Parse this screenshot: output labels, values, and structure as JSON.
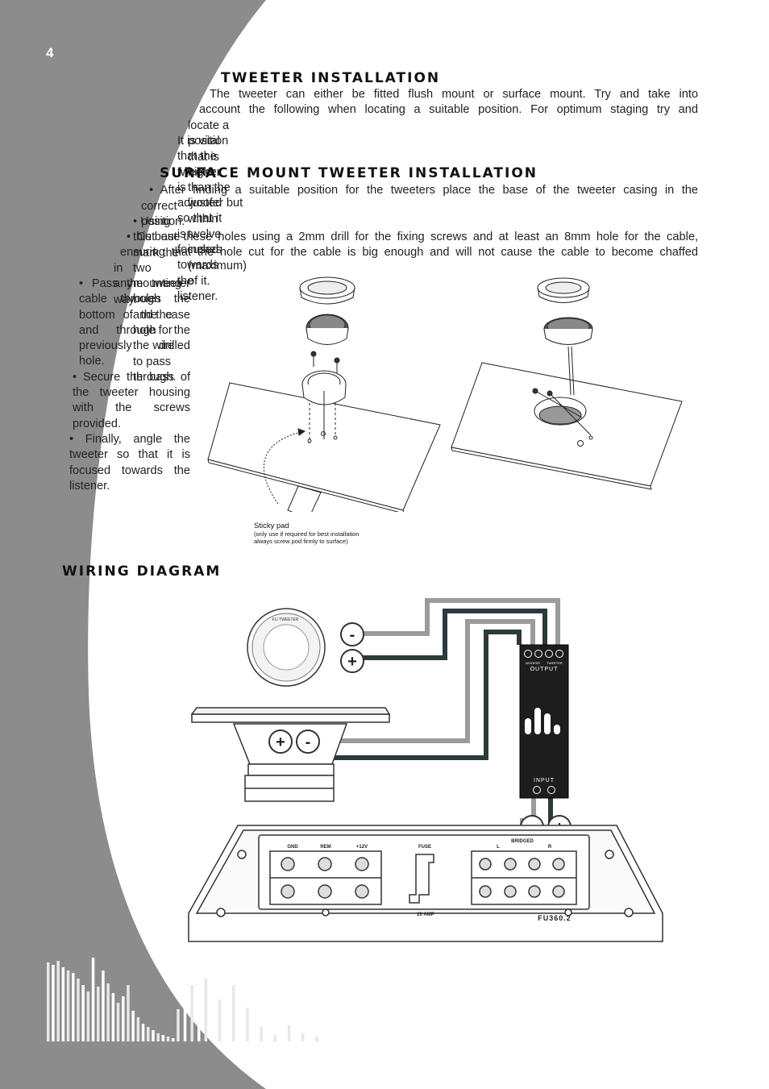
{
  "page_number": "4",
  "tweeter_installation": {
    "heading": "Tweeter Installation",
    "lines": [
      "The tweeter can either be fitted flush mount or surface mount. Try and take into",
      "account the following when locating a suitable position. For optimum staging try and",
      "locate a position that is higher than the woofer but within twelve inches (maximum) of it.",
      "It is vital that the tweeter is adjusted so that it is focused towards the listener."
    ]
  },
  "surface_mount": {
    "heading": "Surface Mount Tweeter Installation",
    "lines": [
      "• After finding a suitable position for the tweeters place the base of the tweeter casing in the",
      "correct position.",
      "• Using this base mark the two mounting holes and the hole for the wire to pass through.",
      "• Cut out these holes using a 2mm drill for the fixing screws and at least an 8mm hole for the cable,",
      "ensuring that the hole cut for the cable is big enough and will not cause the cable to become chaffed",
      "in any way."
    ],
    "side_steps": [
      "• Pass the tweeter cable through the bottom of the case and through the previously drilled hole.",
      "• Secure the bass of the tweeter housing with the screws provided.",
      "• Finally, angle the tweeter so that it is focused towards the listener."
    ],
    "caption_title": "Sticky pad",
    "caption_lines": [
      "(only use if required for best installation",
      "always screw pod firmly to surface)"
    ]
  },
  "wiring": {
    "heading": "Wiring Diagram",
    "tweeter_brand": "FLI",
    "tweeter_label": "TWEETER",
    "minus": "-",
    "plus": "+",
    "crossover": {
      "woofer": "WOOFER",
      "tweeter": "TWEETER",
      "output": "OUTPUT",
      "input": "INPUT"
    },
    "amp": {
      "gnd": "GND",
      "rem": "REM",
      "v12": "+12V",
      "fuse": "FUSE",
      "amp_rating": "20 AMP",
      "bridged": "BRIDGED",
      "l": "L",
      "r": "R",
      "model": "FU360.2"
    }
  }
}
